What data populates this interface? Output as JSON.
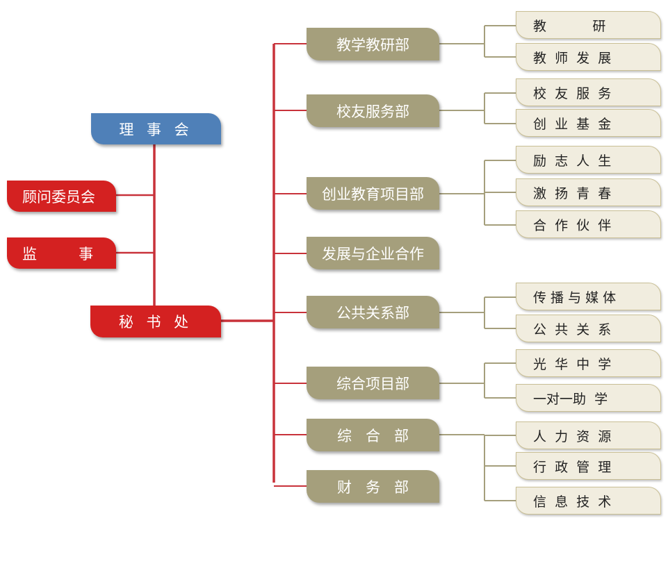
{
  "colors": {
    "governance": "#4f80b8",
    "core": "#d42121",
    "department": "#a59f7c",
    "unit_fill": "#f1eddf",
    "unit_border": "#c9bf95",
    "connector_red": "#c8323a",
    "connector_olive": "#a59f7c"
  },
  "governance": {
    "board": "理 事 会",
    "advisory": "顾问委员会",
    "supervisor": "监         事",
    "secretariat": "秘 书 处"
  },
  "departments": [
    {
      "name": "教学教研部",
      "units": [
        "教           研",
        "教  师  发  展"
      ]
    },
    {
      "name": "校友服务部",
      "units": [
        "校  友  服  务",
        "创  业  基  金"
      ]
    },
    {
      "name": "创业教育项目部",
      "units": [
        "励  志  人  生",
        "激  扬  青  春",
        "合  作  伙  伴"
      ]
    },
    {
      "name": "发展与企业合作",
      "units": []
    },
    {
      "name": "公共关系部",
      "units": [
        "传 播 与 媒 体",
        "公  共  关  系"
      ]
    },
    {
      "name": "综合项目部",
      "units": [
        "光  华  中  学",
        "一对一助  学"
      ]
    },
    {
      "name": "综   合   部",
      "units": [
        "人  力  资  源",
        "行  政  管  理",
        "信  息  技  术"
      ]
    },
    {
      "name": "财   务   部",
      "units": []
    }
  ]
}
